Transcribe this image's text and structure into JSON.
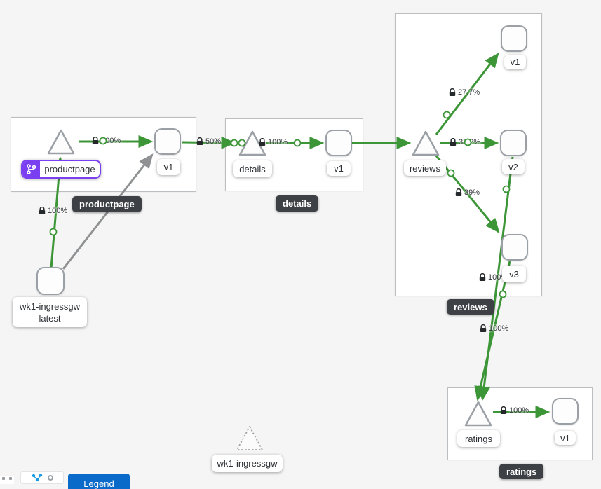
{
  "app": "service-mesh-graph",
  "colors": {
    "canvas_bg": "#f5f5f5",
    "edge_traffic_green": "#3c9637",
    "edge_idle_gray": "#8f9192",
    "virtual_service_purple": "#7b3ff2",
    "group_label_bg": "#3d4146",
    "legend_button_blue": "#0a6ac9"
  },
  "groups": {
    "productpage": {
      "label": "productpage"
    },
    "details": {
      "label": "details"
    },
    "reviews": {
      "label": "reviews"
    },
    "ratings": {
      "label": "ratings"
    }
  },
  "nodes": {
    "productpage_service": {
      "label": "productpage",
      "shape": "triangle",
      "badge_icon": "code-branch-icon"
    },
    "productpage_v1": {
      "label": "v1",
      "shape": "square"
    },
    "details_service": {
      "label": "details",
      "shape": "triangle"
    },
    "details_v1": {
      "label": "v1",
      "shape": "square"
    },
    "reviews_service": {
      "label": "reviews",
      "shape": "triangle"
    },
    "reviews_v1": {
      "label": "v1",
      "shape": "square"
    },
    "reviews_v2": {
      "label": "v2",
      "shape": "square"
    },
    "reviews_v3": {
      "label": "v3",
      "shape": "square"
    },
    "ratings_service": {
      "label": "ratings",
      "shape": "triangle"
    },
    "ratings_v1": {
      "label": "v1",
      "shape": "square"
    },
    "ingress_workload": {
      "label_line1": "wk1-ingressgw",
      "label_line2": "latest",
      "shape": "square"
    },
    "idle_ingress": {
      "label": "wk1-ingressgw",
      "shape": "dashed-triangle"
    }
  },
  "edges": {
    "ingress_to_productpage": {
      "pct": "100%",
      "secure": true
    },
    "ingress_to_ppv1": {
      "pct": "",
      "secure": false
    },
    "productpage_to_v1": {
      "pct": "100%",
      "secure": true
    },
    "ppv1_to_details": {
      "pct": "50%",
      "secure": true
    },
    "details_to_v1": {
      "pct": "100%",
      "secure": true
    },
    "reviews_to_v1": {
      "pct": "27.7%",
      "secure": true
    },
    "reviews_to_v2": {
      "pct": "33.2%",
      "secure": true
    },
    "reviews_to_v3": {
      "pct": "39%",
      "secure": true
    },
    "reviewsv2_to_ratings": {
      "pct": "100%",
      "secure": true
    },
    "reviewsv3_to_ratings": {
      "pct": "100%",
      "secure": true
    },
    "ratings_to_v1": {
      "pct": "100%",
      "secure": true
    }
  },
  "toolbar": {
    "legend_label": "Legend"
  }
}
